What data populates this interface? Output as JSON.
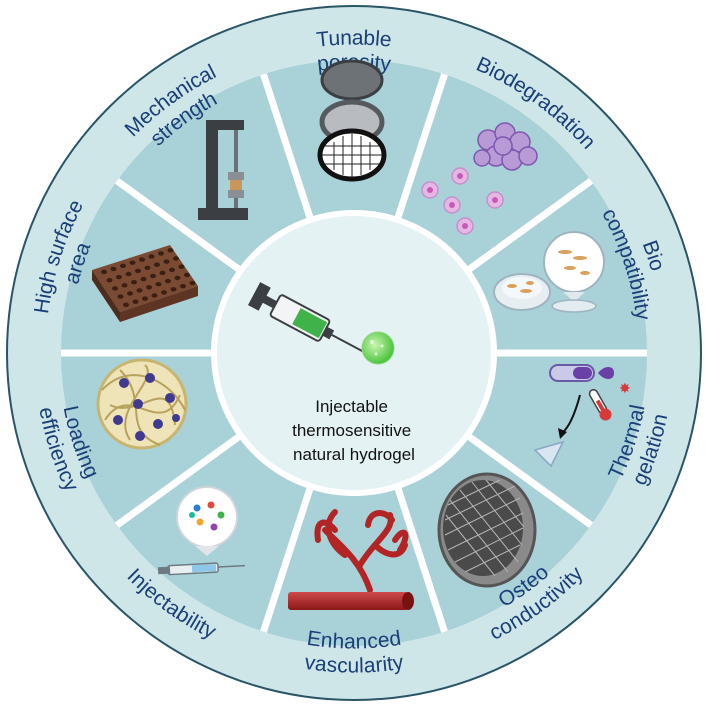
{
  "center": {
    "lines": [
      "Injectable",
      "thermosensitive",
      "natural hydrogel"
    ]
  },
  "segments": [
    {
      "id": "tunable-porosity",
      "lines": [
        "Tunable",
        "porosity"
      ],
      "icon": "mesh-sieve-icon"
    },
    {
      "id": "biodegradation",
      "lines": [
        "Biodegradation"
      ],
      "icon": "degrading-cells-icon"
    },
    {
      "id": "biocompatibility",
      "lines": [
        "Bio",
        "compatibility"
      ],
      "icon": "petri-dish-icon"
    },
    {
      "id": "thermal-gelation",
      "lines": [
        "Thermal",
        "gelation"
      ],
      "icon": "thermometer-gel-icon"
    },
    {
      "id": "osteoconductivity",
      "lines": [
        "Osteo",
        "conductivity"
      ],
      "icon": "bone-scaffold-disc-icon"
    },
    {
      "id": "enhanced-vascularity",
      "lines": [
        "Enhanced",
        "vascularity"
      ],
      "icon": "blood-vessel-icon"
    },
    {
      "id": "injectability",
      "lines": [
        "Injectability"
      ],
      "icon": "syringe-droplet-icon"
    },
    {
      "id": "loading-efficiency",
      "lines": [
        "Loading",
        "efficiency"
      ],
      "icon": "loaded-fiber-ball-icon"
    },
    {
      "id": "high-surface-area",
      "lines": [
        "High surface",
        "area"
      ],
      "icon": "porous-block-icon"
    },
    {
      "id": "mechanical-strength",
      "lines": [
        "Mechanical",
        "strength"
      ],
      "icon": "testing-machine-icon"
    }
  ],
  "colors": {
    "outer_ring": "#cfe6e9",
    "sector": "#a9d1d8",
    "center": "#e4f2f3",
    "divider": "#ffffff",
    "label": "#1a3f78"
  }
}
